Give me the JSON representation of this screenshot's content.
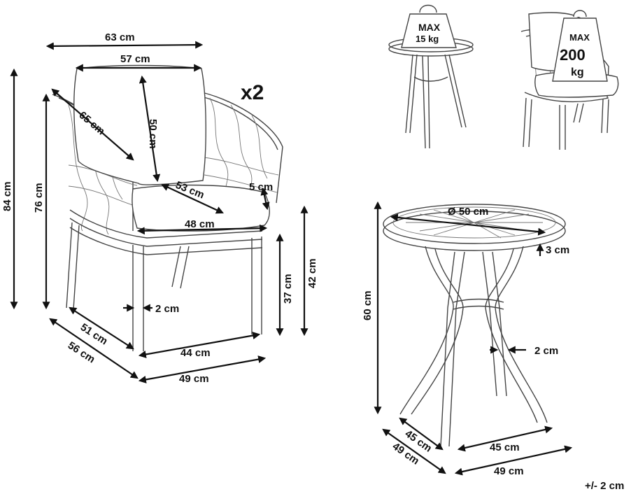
{
  "chair": {
    "quantity": "x2",
    "width_total": "63 cm",
    "width_back": "57 cm",
    "depth_diag": "65 cm",
    "back_height": "50 cm",
    "seat_depth": "53 cm",
    "cushion_thickness": "5 cm",
    "seat_width": "48 cm",
    "total_height": "84 cm",
    "armrest_height": "76 cm",
    "leg_thickness": "2 cm",
    "seat_height": "37 cm",
    "seat_height_cushion": "42 cm",
    "base_depth": "51 cm",
    "outer_depth": "56 cm",
    "base_width": "44 cm",
    "outer_width": "49 cm"
  },
  "table": {
    "diameter": "Ø 50 cm",
    "top_thickness": "3 cm",
    "height": "60 cm",
    "leg_thickness": "2 cm",
    "base_depth": "45 cm",
    "base_width": "45 cm",
    "outer_depth": "49 cm",
    "outer_width": "49 cm"
  },
  "load": {
    "table_max_label": "MAX",
    "table_max_value": "15 kg",
    "chair_max_label": "MAX",
    "chair_max_value": "200",
    "chair_max_unit": "kg"
  },
  "tolerance": "+/- 2 cm"
}
